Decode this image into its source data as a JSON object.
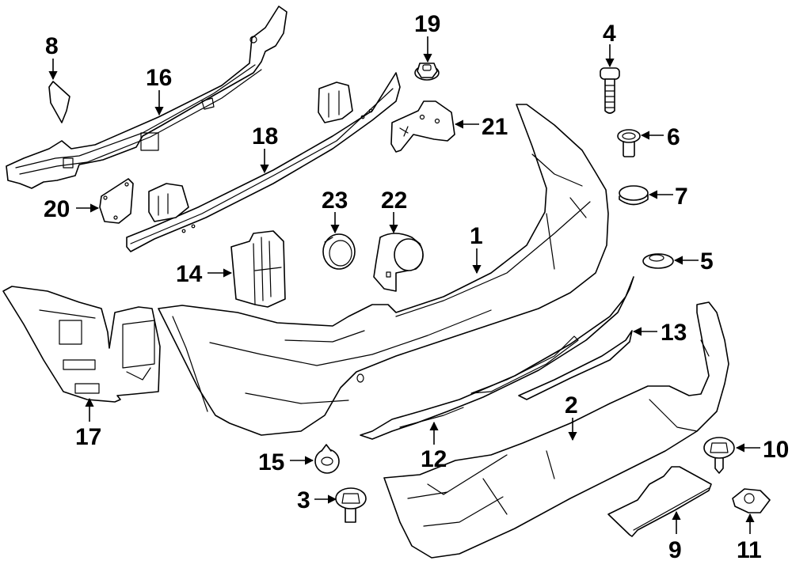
{
  "diagram": {
    "title": "Rear bumper components exploded parts diagram",
    "background_color": "#ffffff",
    "line_color": "#000000",
    "callouts": [
      {
        "id": "1",
        "label": "1",
        "part": "bumper-cover"
      },
      {
        "id": "2",
        "label": "2",
        "part": "lower-valance"
      },
      {
        "id": "3",
        "label": "3",
        "part": "bolt"
      },
      {
        "id": "4",
        "label": "4",
        "part": "screw"
      },
      {
        "id": "5",
        "label": "5",
        "part": "washer"
      },
      {
        "id": "6",
        "label": "6",
        "part": "grommet"
      },
      {
        "id": "7",
        "label": "7",
        "part": "cap"
      },
      {
        "id": "8",
        "label": "8",
        "part": "bracket-plate"
      },
      {
        "id": "9",
        "label": "9",
        "part": "splash-shield"
      },
      {
        "id": "10",
        "label": "10",
        "part": "bolt"
      },
      {
        "id": "11",
        "label": "11",
        "part": "clip-nut"
      },
      {
        "id": "12",
        "label": "12",
        "part": "trim-molding"
      },
      {
        "id": "13",
        "label": "13",
        "part": "reflector-strip"
      },
      {
        "id": "14",
        "label": "14",
        "part": "mount-bracket"
      },
      {
        "id": "15",
        "label": "15",
        "part": "retainer-nut"
      },
      {
        "id": "16",
        "label": "16",
        "part": "upper-reinforcement"
      },
      {
        "id": "17",
        "label": "17",
        "part": "side-support-bracket"
      },
      {
        "id": "18",
        "label": "18",
        "part": "impact-bar"
      },
      {
        "id": "19",
        "label": "19",
        "part": "nut"
      },
      {
        "id": "20",
        "label": "20",
        "part": "bracket-plate"
      },
      {
        "id": "21",
        "label": "21",
        "part": "side-bracket"
      },
      {
        "id": "22",
        "label": "22",
        "part": "park-sensor"
      },
      {
        "id": "23",
        "label": "23",
        "part": "sensor-retainer-ring"
      }
    ]
  }
}
